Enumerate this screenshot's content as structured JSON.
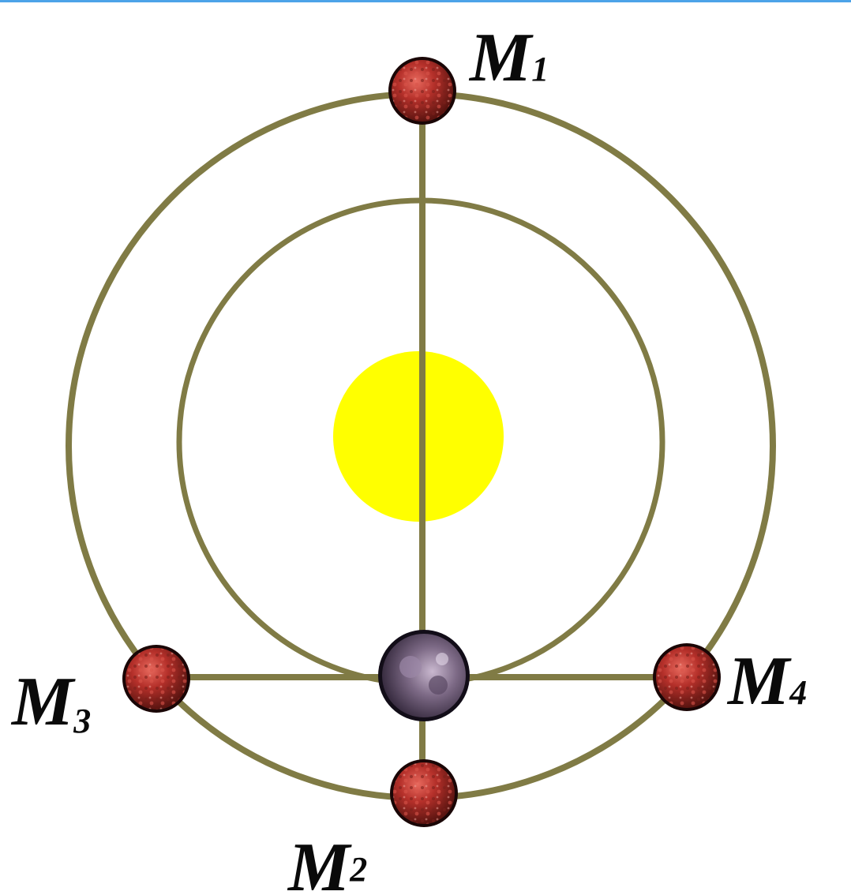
{
  "diagram": {
    "labels": {
      "m1": {
        "letter": "M",
        "sub": "1"
      },
      "m2": {
        "letter": "M",
        "sub": "2"
      },
      "m3": {
        "letter": "M",
        "sub": "3"
      },
      "m4": {
        "letter": "M",
        "sub": "4"
      }
    },
    "colors": {
      "orbit": "#807b45",
      "sun": "#ffff00",
      "planet_fill": "#b5302a",
      "center_body_fill": "#7d6a86",
      "border": "#4da3e8"
    }
  }
}
